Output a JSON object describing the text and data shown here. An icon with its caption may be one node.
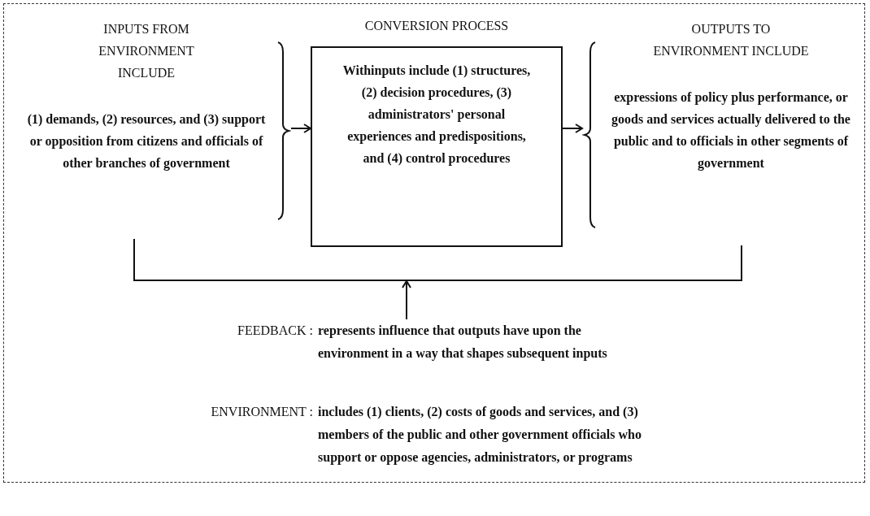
{
  "diagram": {
    "nodes": [
      {
        "text": [
          "INPUTS FROM ENVIRONMENT INCLUDE",
          "(1) demands, (2) resources, and (3) support or opposition from citizens and officials of other branches of government"
        ]
      },
      {
        "text": [
          "CONVERSION PROCESS",
          "Withinputs include (1) structures, (2) decision procedures, (3) administrators' personal experiences and predispositions, and (4) control procedures"
        ]
      },
      {
        "text": [
          "OUTPUTS TO ENVIRONMENT INCLUDE",
          "expressions of policy plus performance, or goods and services actually delivered to the public and to officials in other segments of government"
        ]
      },
      {
        "text": [
          "FEEDBACK :",
          "represents influence that outputs have upon the environment in a way that shapes subsequent inputs"
        ]
      }
    ],
    "edges": [
      {
        "from": 0,
        "to": 1,
        "arrow": "to"
      },
      {
        "from": 1,
        "to": 2,
        "arrow": "to"
      },
      {
        "from": 2,
        "to": 0,
        "arrow": "none"
      },
      {
        "from": 3,
        "to": null,
        "arrow": "to"
      }
    ],
    "labels": [
      "ENVIRONMENT :",
      "includes (1) clients, (2) costs of goods and services, and (3) members of the public and other government officials who support or oppose agencies, administrators, or programs"
    ]
  }
}
